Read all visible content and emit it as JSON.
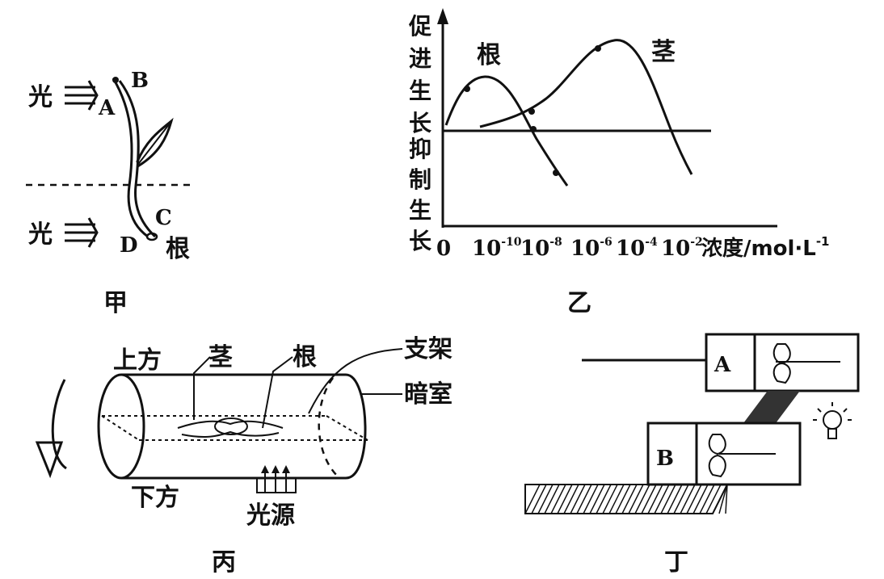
{
  "panel_jia": {
    "caption": "甲",
    "light_top": "光",
    "light_bottom": "光",
    "label_a": "A",
    "label_b": "B",
    "label_c": "C",
    "label_d": "D",
    "label_root": "根"
  },
  "panel_yi": {
    "caption": "乙",
    "y_label_promote": "促进生长",
    "y_label_inhibit": "抑制生长",
    "curve_root": "根",
    "curve_stem": "茎",
    "x_unit": "浓度/mol·L",
    "x_unit_exp": "-1",
    "x_tick_zero": "0",
    "x_ticks": [
      {
        "base": "10",
        "exp": "-10"
      },
      {
        "base": "10",
        "exp": "-8"
      },
      {
        "base": "10",
        "exp": "-6"
      },
      {
        "base": "10",
        "exp": "-4"
      },
      {
        "base": "10",
        "exp": "-2"
      }
    ]
  },
  "panel_bing": {
    "caption": "丙",
    "label_top": "上方",
    "label_stem": "茎",
    "label_root": "根",
    "label_bracket": "支架",
    "label_dark_room": "暗室",
    "label_bottom": "下方",
    "label_light_source": "光源"
  },
  "panel_ding": {
    "caption": "丁",
    "label_a": "A",
    "label_b": "B"
  },
  "chart_data": {
    "type": "line",
    "x_scale": "log",
    "x_ticks": [
      "0",
      "10^-10",
      "10^-8",
      "10^-6",
      "10^-4",
      "10^-2"
    ],
    "xlabel": "浓度/mol·L-1",
    "ylabel": "促进生长 / 抑制生长",
    "series": [
      {
        "name": "根",
        "x": [
          "10^-11",
          "10^-10",
          "10^-8.8",
          "10^-7.9"
        ],
        "y": [
          0.15,
          0.6,
          0.3,
          -0.6
        ]
      },
      {
        "name": "茎",
        "x": [
          "10^-8",
          "10^-6",
          "10^-4.5",
          "10^-2",
          "10^-1.5"
        ],
        "y": [
          0.25,
          0.65,
          1.0,
          0,
          -0.6
        ]
      }
    ]
  }
}
